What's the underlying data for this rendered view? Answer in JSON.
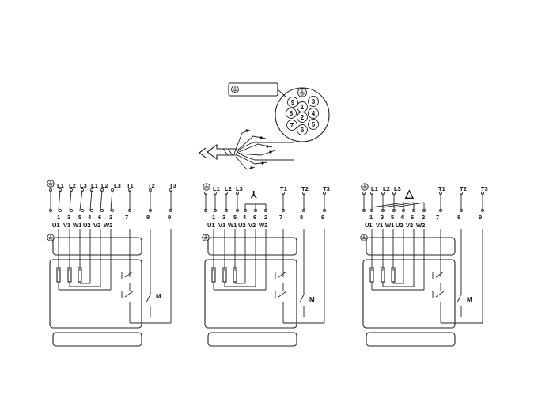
{
  "connector": {
    "pins": [
      "9",
      "1",
      "3",
      "8",
      "2",
      "4",
      "7",
      "6",
      "5"
    ]
  },
  "diagrams": [
    {
      "supply": [
        "L1",
        "L2",
        "L3",
        "L1",
        "L2",
        "L3"
      ],
      "thermal": [
        "T1",
        "T2",
        "T3"
      ],
      "terminal_numbers": [
        "1",
        "3",
        "5",
        "4",
        "6",
        "2",
        "7",
        "8",
        "9"
      ],
      "terminal_names": [
        "U1",
        "V1",
        "W1",
        "U2",
        "V2",
        "W2"
      ],
      "motor": "M"
    },
    {
      "supply": [
        "L1",
        "L2",
        "L3"
      ],
      "connection_symbol": "⅄",
      "thermal": [
        "T1",
        "T2",
        "T3"
      ],
      "terminal_numbers": [
        "1",
        "3",
        "5",
        "4",
        "6",
        "2",
        "7",
        "8",
        "9"
      ],
      "terminal_names": [
        "U1",
        "V1",
        "W1",
        "U2",
        "V2",
        "W2"
      ],
      "motor": "M"
    },
    {
      "supply": [
        "L1",
        "L2",
        "L3"
      ],
      "connection_symbol": "△",
      "thermal": [
        "T1",
        "T2",
        "T3"
      ],
      "terminal_numbers": [
        "1",
        "3",
        "5",
        "4",
        "6",
        "2",
        "7",
        "8",
        "9"
      ],
      "terminal_names": [
        "U1",
        "V1",
        "W1",
        "U2",
        "V2",
        "W2"
      ],
      "motor": "M"
    }
  ]
}
